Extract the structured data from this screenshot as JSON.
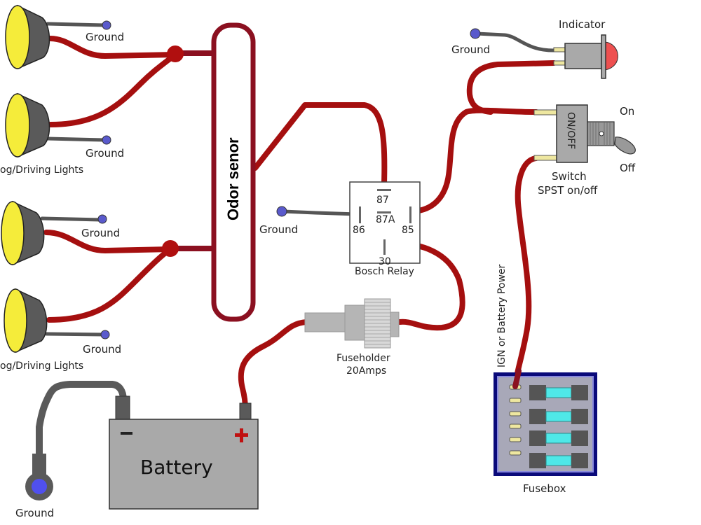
{
  "diagram": {
    "title": "Fog/Driving Lights Relay Wiring with Odor Sensor",
    "colors": {
      "power_wire": "#a50f0f",
      "sensor_outline": "#8b1020",
      "ground_wire": "#555555",
      "ground_point": "#5a5acc",
      "lamp_lens": "#f5ec3a",
      "fuse_glass": "#4fe8e8",
      "fusebox_border": "#0a0a7a",
      "indicator_lens": "#ee5050"
    },
    "lamps": {
      "group_label_top": "og/Driving Lights",
      "group_label_bottom": "og/Driving Lights",
      "ground_labels": [
        "Ground",
        "Ground",
        "Ground",
        "Ground"
      ]
    },
    "sensor": {
      "label": "Odor senor"
    },
    "relay": {
      "label": "Bosch Relay",
      "pins": {
        "p87": "87",
        "p87a": "87A",
        "p86": "86",
        "p85": "85",
        "p30": "30"
      },
      "ground_label": "Ground"
    },
    "indicator": {
      "label": "Indicator",
      "ground_label": "Ground"
    },
    "switch": {
      "body_label": "ON/OFF",
      "on_label": "On",
      "off_label": "Off",
      "label_line1": "Switch",
      "label_line2": "SPST on/off"
    },
    "fuseholder": {
      "label_line1": "Fuseholder",
      "label_line2": "20Amps"
    },
    "fusebox": {
      "label": "Fusebox",
      "feed_label": "IGN or Battery Power",
      "fuse_count": 4,
      "terminal_count": 6
    },
    "battery": {
      "label": "Battery",
      "neg_symbol": "−",
      "pos_symbol": "+",
      "ground_label": "Ground"
    }
  }
}
